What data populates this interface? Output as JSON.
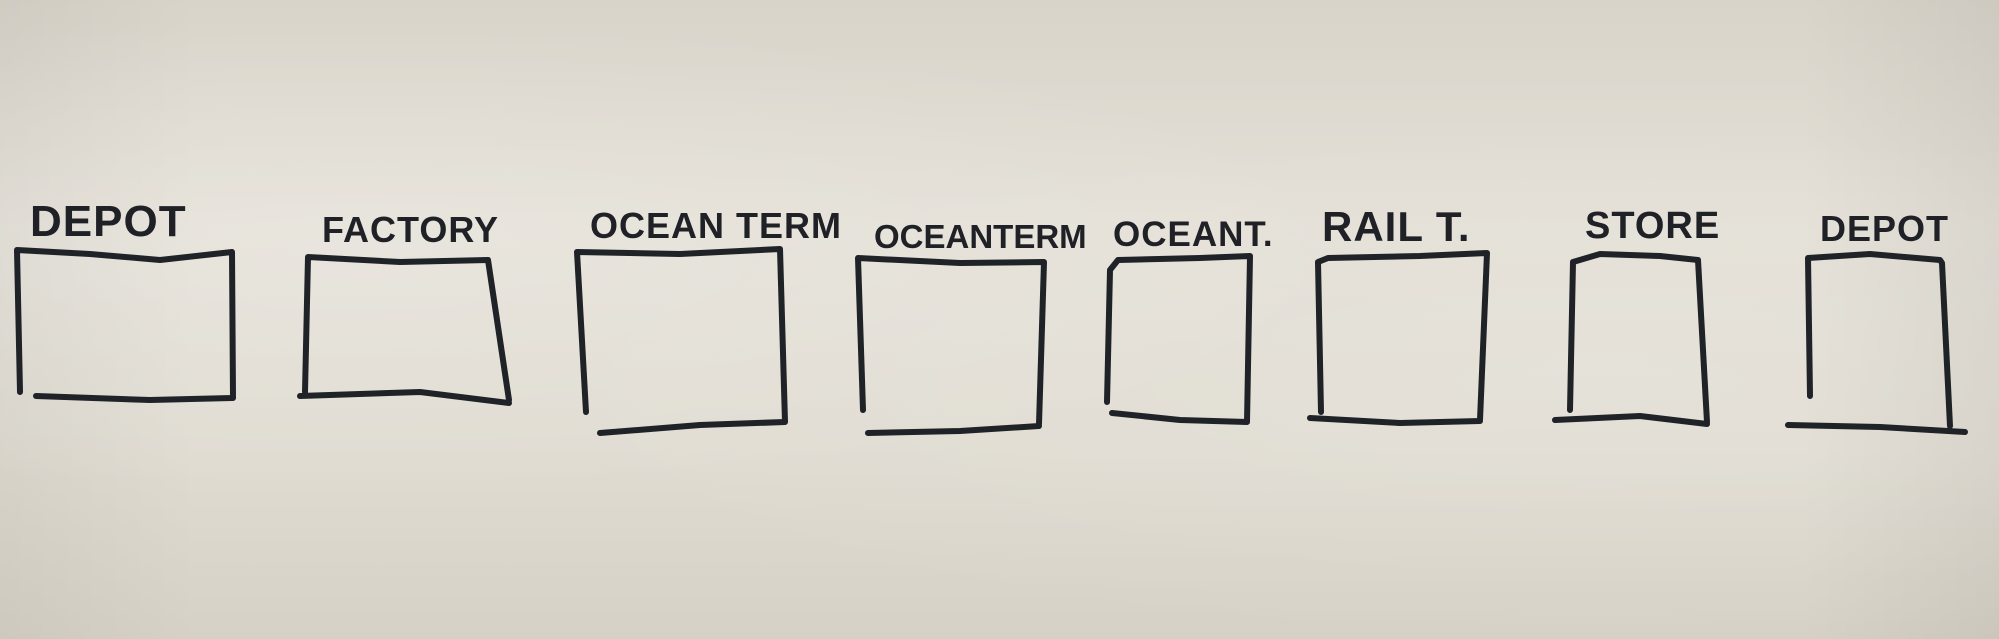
{
  "stages": [
    {
      "label": "DEPOT"
    },
    {
      "label": "FACTORY"
    },
    {
      "label": "OCEAN TERM"
    },
    {
      "label": "OCEANTERM"
    },
    {
      "label": "OCEANT."
    },
    {
      "label": "RAIL T."
    },
    {
      "label": "STORE"
    },
    {
      "label": "DEPOT"
    }
  ]
}
